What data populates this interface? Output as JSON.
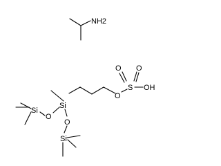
{
  "molecule_1": {
    "atoms": {
      "amine": "NH2"
    }
  },
  "molecule_2": {
    "atoms": {
      "si_center": "Si",
      "si_top_left": "Si",
      "si_bottom": "Si",
      "o_left": "O",
      "o_bottom": "O",
      "o_ester": "O",
      "s": "S",
      "o_s_left": "O",
      "o_s_right": "O",
      "oh": "OH"
    }
  }
}
